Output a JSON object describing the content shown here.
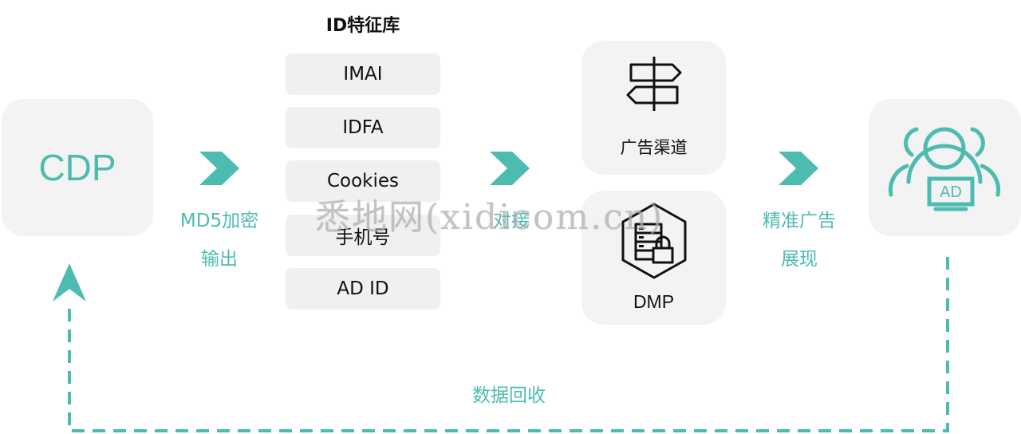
{
  "cdp": {
    "label": "CDP"
  },
  "step1": {
    "line1": "MD5加密",
    "line2": "输出"
  },
  "id_library": {
    "title": "ID特征库",
    "items": [
      "IMAI",
      "IDFA",
      "Cookies",
      "手机号",
      "AD ID"
    ]
  },
  "step2": {
    "label": "对接"
  },
  "channel": {
    "label": "广告渠道",
    "icon": "signpost-icon"
  },
  "dmp": {
    "label": "DMP",
    "icon": "server-lock-icon"
  },
  "step3": {
    "line1": "精准广告",
    "line2": "展现"
  },
  "ad_audience": {
    "badge": "AD",
    "icon": "audience-ad-icon"
  },
  "feedback": {
    "label": "数据回收"
  },
  "watermark": {
    "text": "悉地网(xidicom.cn)"
  },
  "colors": {
    "accent": "#4dbcb0",
    "box": "#f3f3f3",
    "text": "#111111"
  }
}
